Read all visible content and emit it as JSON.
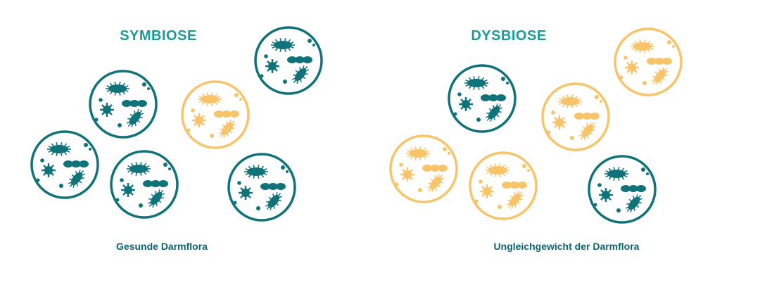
{
  "symbiose": {
    "title": "SYMBIOSE",
    "caption": "Gesunde Darmflora"
  },
  "dysbiose": {
    "title": "DYSBIOSE",
    "caption": "Ungleichgewicht der Darmflora"
  },
  "colors": {
    "healthy": "#10737a",
    "unhealthy": "#f7c46a",
    "title": "#1b9a9c",
    "caption": "#10616f"
  },
  "icons": {
    "colony": "bacteria-colony-icon"
  }
}
